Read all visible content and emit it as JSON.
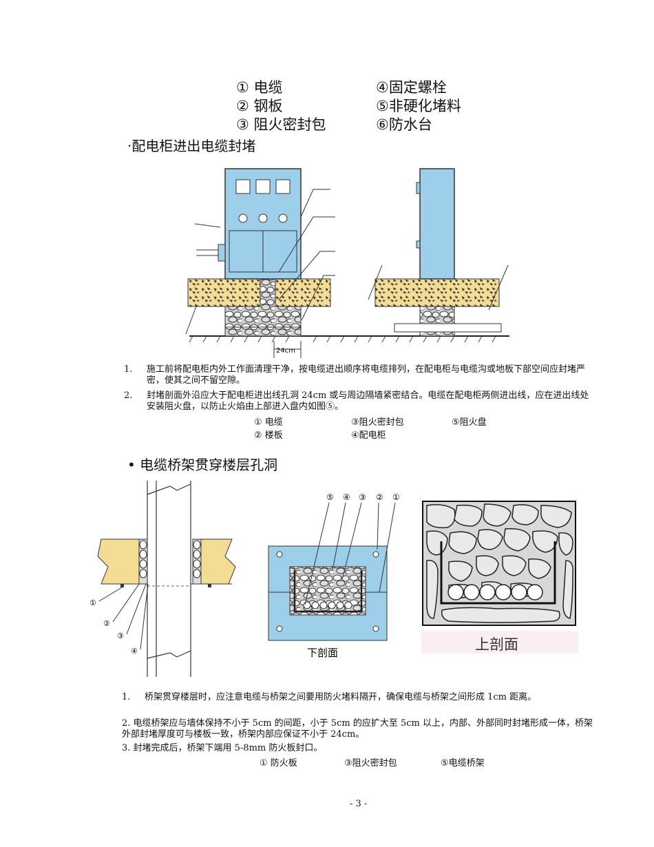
{
  "top_legend": {
    "col1": [
      "① 电缆",
      "② 钢板",
      "③ 阻火密封包"
    ],
    "col2": [
      "④固定螺栓",
      "⑤非硬化堵料",
      "⑥防水台"
    ]
  },
  "section1": {
    "title": "·配电柜进出电缆封堵",
    "dim_label": "24cm",
    "items": [
      {
        "num": "1.",
        "text": "施工前将配电柜内外工作面清理干净，按电缆进出顺序将电缆排列，在配电柜与电缆沟或地板下部空间应封堵严密，使其之间不留空隙。"
      },
      {
        "num": "2.",
        "text": "封堵剖面外沿应大于配电柜进出线孔洞 24cm 或与周边隔墙紧密结合。电缆在配电柜两侧进出线，应在进出线处安装阻火盘，以防止火焰由上部进入盘内如图⑤。"
      }
    ],
    "legend_row1": [
      "① 电缆",
      "③阻火密封包",
      "⑤阻火盘"
    ],
    "legend_row2": [
      "② 楼板",
      "④配电柜"
    ]
  },
  "section2": {
    "title": "• 电缆桥架贯穿楼层孔洞",
    "callouts_side": [
      "①",
      "②",
      "③",
      "④"
    ],
    "callouts_top": [
      "⑤",
      "④",
      "③",
      "②",
      "①"
    ],
    "caption_lower": "下剖面",
    "caption_upper": "上剖面",
    "items": [
      {
        "num": "1.",
        "text": "桥架贯穿楼层时，应注意电缆与桥架之间要用防火堵料隔开，确保电缆与桥架之间形成 1cm 距离。"
      },
      {
        "text": "2. 电缆桥架应与墙体保持不小于 5cm 的间距，小于 5cm 的应扩大至 5cm 以上，内部、外部同时封堵形成一体，桥架外部封堵厚度可与楼板一致，桥架内部应保证不小于 24cm。"
      },
      {
        "text": "3. 封堵完成后，桥架下端用 5-8mm 防火板封口。"
      }
    ],
    "legend": [
      "① 防火板",
      "③阻火密封包",
      "⑤电缆桥架"
    ]
  },
  "page_number": "- 3 -",
  "colors": {
    "cabinet_blue": "#9ecfea",
    "floor_yellow": "#f3dd95",
    "stone_gray": "#b8b8b8"
  }
}
